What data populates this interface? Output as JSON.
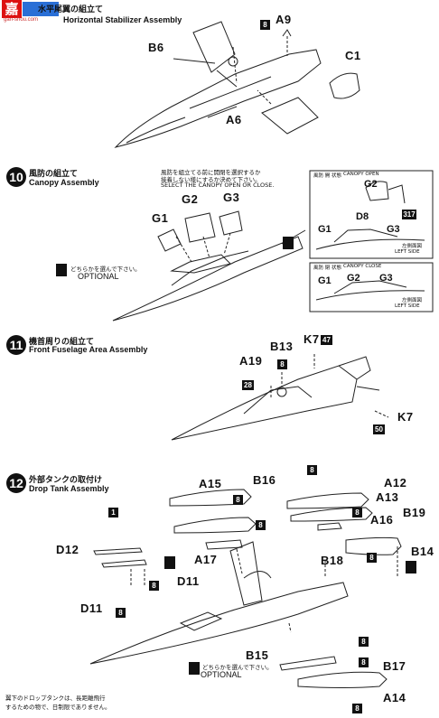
{
  "watermark": {
    "brand": "嘉",
    "url": "gan-shou.com"
  },
  "step9": {
    "title_jp": "水平尾翼の組立て",
    "title_en": "Horizontal Stabilizer Assembly",
    "labels": {
      "a9": "A9",
      "b6": "B6",
      "c1": "C1",
      "a6": "A6",
      "box8": "8"
    }
  },
  "step10": {
    "number": "10",
    "title_jp": "風防の組立て",
    "title_en": "Canopy Assembly",
    "note_jp1": "風防を組立てる前に開閉を選択するか",
    "note_jp2": "接着しない様にするか決めて下さい。",
    "note_en": "SELECT THE CANOPY OPEN OR CLOSE.",
    "labels": {
      "g1": "G1",
      "g2": "G2",
      "g3": "G3"
    },
    "optional_jp": "どちらかを選んで下さい。",
    "optional_en": "OPTIONAL",
    "open_panel": {
      "header_jp": "風防 開 状態",
      "header_en": "CANOPY OPEN",
      "g2": "G2",
      "d8": "D8",
      "g1": "G1",
      "g3": "G3",
      "num317": "317",
      "side_jp": "左側面図",
      "side_en": "LEFT SIDE"
    },
    "close_panel": {
      "header_jp": "風防 閉 状態",
      "header_en": "CANOPY CLOSE",
      "g1": "G1",
      "g2": "G2",
      "g3": "G3",
      "side_jp": "左側面図",
      "side_en": "LEFT SIDE"
    }
  },
  "step11": {
    "number": "11",
    "title_jp": "機首周りの組立て",
    "title_en": "Front Fuselage Area Assembly",
    "labels": {
      "k7a": "K7",
      "num47": "47",
      "b13": "B13",
      "a19": "A19",
      "num28": "28",
      "k7b": "K7",
      "num50": "50",
      "box8": "8"
    }
  },
  "step12": {
    "number": "12",
    "title_jp": "外部タンクの取付け",
    "title_en": "Drop Tank Assembly",
    "labels": {
      "a15": "A15",
      "b16": "B16",
      "a12": "A12",
      "a13": "A13",
      "a16": "A16",
      "b19": "B19",
      "b14": "B14",
      "b18": "B18",
      "d12": "D12",
      "d11a": "D11",
      "d11b": "D11",
      "a17": "A17",
      "b15": "B15",
      "b17": "B17",
      "a14": "A14",
      "box1": "1"
    },
    "optional_jp": "どちらかを選んで下さい。",
    "optional_en": "OPTIONAL",
    "footnote1": "翼下のドロップタンクは、長距離飛行",
    "footnote2": "するための物で、日制限でありません。"
  }
}
